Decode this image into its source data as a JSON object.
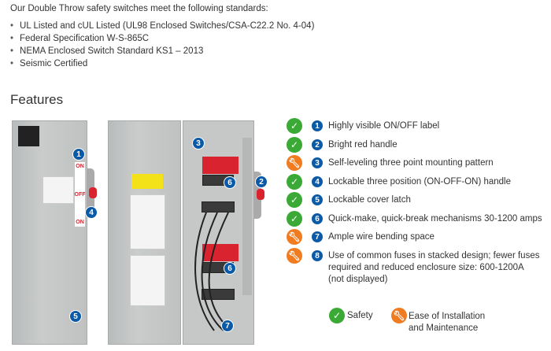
{
  "intro": "Our Double Throw safety switches meet the following standards:",
  "standards": [
    "UL Listed and cUL Listed (UL98 Enclosed Switches/CSA-C22.2 No. 4-04)",
    "Federal Specification W-S-865C",
    "NEMA Enclosed Switch Standard KS1 – 2013",
    "Seismic Certified"
  ],
  "features_title": "Features",
  "image_label": {
    "on1": "ON",
    "off": "OFF",
    "on2": "ON"
  },
  "image_badges": [
    "1",
    "2",
    "3",
    "4",
    "5",
    "6",
    "6",
    "7"
  ],
  "features": [
    {
      "num": "1",
      "icon": "check-icon",
      "text": "Highly visible ON/OFF label"
    },
    {
      "num": "2",
      "icon": "check-icon",
      "text": "Bright red handle"
    },
    {
      "num": "3",
      "icon": "wrench-icon",
      "text": "Self-leveling three point mounting pattern"
    },
    {
      "num": "4",
      "icon": "check-icon",
      "text": "Lockable three position (ON-OFF-ON) handle"
    },
    {
      "num": "5",
      "icon": "check-icon",
      "text": "Lockable cover latch"
    },
    {
      "num": "6",
      "icon": "check-icon",
      "text": "Quick-make, quick-break mechanisms 30-1200 amps"
    },
    {
      "num": "7",
      "icon": "wrench-icon",
      "text": "Ample wire bending space"
    },
    {
      "num": "8",
      "icon": "wrench-icon",
      "text": "Use of common fuses in stacked design; fewer fuses required and reduced enclosure size: 600-1200A (not displayed)"
    }
  ],
  "legend": {
    "safety": "Safety",
    "ease": "Ease of Installation and Maintenance"
  },
  "colors": {
    "safety": "#3aa935",
    "ease": "#f07c22",
    "badge": "#0a5aa8",
    "handle": "#d9232f"
  }
}
